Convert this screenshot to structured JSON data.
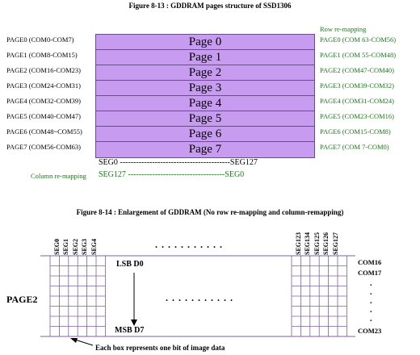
{
  "figure1": {
    "title": "Figure 8-13 : GDDRAM pages structure of SSD1306",
    "row_remap_label": "Row re-mapping",
    "column_remap_label": "Column re-mapping",
    "seg_normal": "SEG0 -----------------------------------------SEG127",
    "seg_remap": "SEG127 ------------------------------------SEG0",
    "pages": [
      {
        "left": "PAGE0 (COM0-COM7)",
        "name": "Page 0",
        "right": "PAGE0 (COM 63-COM56)"
      },
      {
        "left": "PAGE1 (COM8-COM15)",
        "name": "Page 1",
        "right": "PAGE1 (COM 55-COM48)"
      },
      {
        "left": "PAGE2 (COM16-COM23)",
        "name": "Page 2",
        "right": "PAGE2 (COM47-COM40)"
      },
      {
        "left": "PAGE3 (COM24-COM31)",
        "name": "Page 3",
        "right": "PAGE3 (COM39-COM32)"
      },
      {
        "left": "PAGE4 (COM32-COM39)",
        "name": "Page 4",
        "right": "PAGE4 (COM31-COM24)"
      },
      {
        "left": "PAGE5 (COM40-COM47)",
        "name": "Page 5",
        "right": "PAGE5 (COM23-COM16)"
      },
      {
        "left": "PAGE6 (COM48~COM55)",
        "name": "Page 6",
        "right": "PAGE6 (COM15-COM8)"
      },
      {
        "left": "PAGE7 (COM56-COM63)",
        "name": "Page 7",
        "right": "PAGE7 (COM 7-COM0)"
      }
    ]
  },
  "figure2": {
    "title": "Figure 8-14 : Enlargement of GDDRAM (No row re-mapping and column-remapping)",
    "seg_left": [
      "SEG0",
      "SEG1",
      "SEG2",
      "SEG3",
      "SEG4"
    ],
    "seg_right": [
      "SEG123",
      "SEG134",
      "SEG125",
      "SEG126",
      "SEG127"
    ],
    "page_label": "PAGE2",
    "lsb": "LSB D0",
    "msb": "MSB D7",
    "com_top": "COM16",
    "com_second": "COM17",
    "com_bottom": "COM23",
    "dots_h": ". . . . . . . . . . .",
    "dots_v": ".",
    "caption": "Each box represents one bit of image data",
    "colors": {
      "purple": "#c79cf0",
      "green": "#1a7a1a",
      "grid": "#8060a0"
    }
  }
}
